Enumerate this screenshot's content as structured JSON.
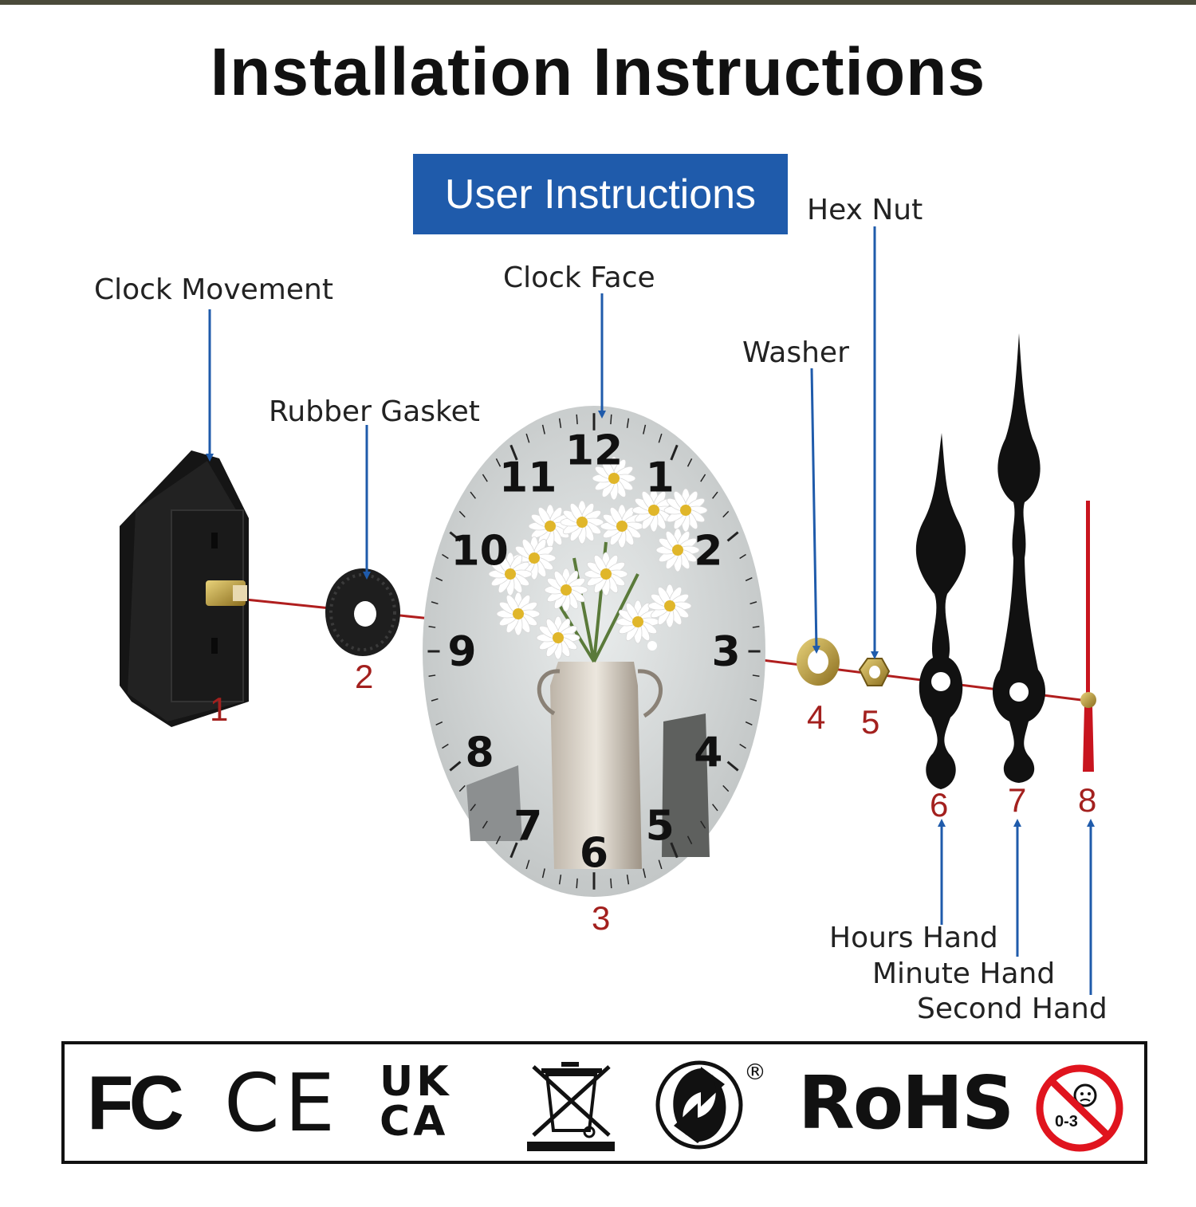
{
  "title": "Installation Instructions",
  "subtitle": "User Instructions",
  "colors": {
    "subtitle_bg": "#1f5bab",
    "arrow": "#1f5bab",
    "axis_line": "#b01e1e",
    "number": "#a3201e",
    "prohibition": "#e0141e"
  },
  "parts": [
    {
      "number": "1",
      "label": "Clock Movement"
    },
    {
      "number": "2",
      "label": "Rubber Gasket"
    },
    {
      "number": "3",
      "label": "Clock Face"
    },
    {
      "number": "4",
      "label": "Washer"
    },
    {
      "number": "5",
      "label": "Hex Nut"
    },
    {
      "number": "6",
      "label": "Hours Hand"
    },
    {
      "number": "7",
      "label": "Minute Hand"
    },
    {
      "number": "8",
      "label": "Second Hand"
    }
  ],
  "clock_numerals": [
    "12",
    "1",
    "2",
    "3",
    "4",
    "5",
    "6",
    "7",
    "8",
    "9",
    "10",
    "11"
  ],
  "certifications": [
    {
      "icon": "fcc-mark-icon",
      "text": "FC"
    },
    {
      "icon": "ce-mark-icon",
      "text": "CE"
    },
    {
      "icon": "ukca-mark-icon",
      "text_top": "UK",
      "text_bottom": "CA"
    },
    {
      "icon": "weee-bin-icon"
    },
    {
      "icon": "green-dot-icon",
      "registered": "®"
    },
    {
      "icon": "rohs-mark-icon",
      "text": "RoHS"
    },
    {
      "icon": "age-warning-icon",
      "text": "0-3"
    }
  ]
}
